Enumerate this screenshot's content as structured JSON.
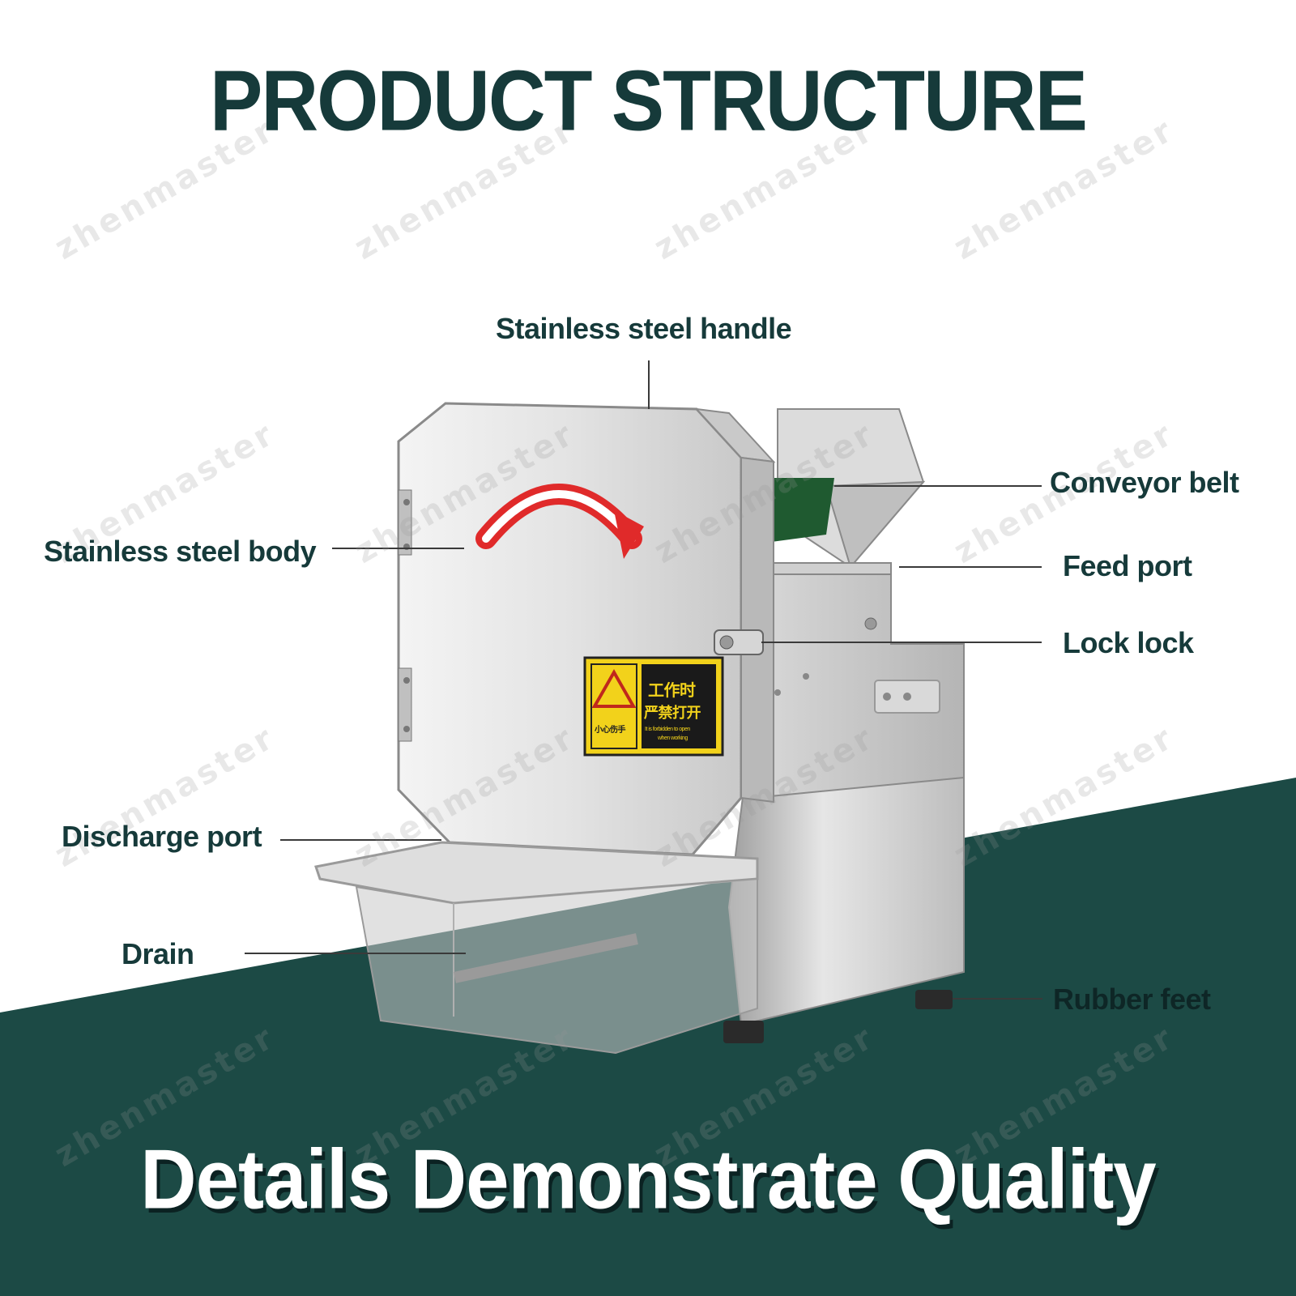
{
  "title": "PRODUCT STRUCTURE",
  "tagline": "Details Demonstrate Quality",
  "watermark": "zhenmaster",
  "warning_sign": {
    "cn_line1": "工作时",
    "cn_line2": "严禁打开",
    "en_line1": "It is forbidden to open",
    "en_line2": "when working",
    "small_cn": "小心伤手"
  },
  "callouts": {
    "handle": "Stainless steel handle",
    "body": "Stainless steel body",
    "conveyor": "Conveyor belt",
    "feed": "Feed port",
    "lock": "Lock lock",
    "discharge": "Discharge port",
    "drain": "Drain",
    "feet": "Rubber feet"
  },
  "colors": {
    "title": "#163a3a",
    "band": "#1c4a45",
    "arrow": "#e02a2a",
    "sign": "#f2d21b"
  }
}
